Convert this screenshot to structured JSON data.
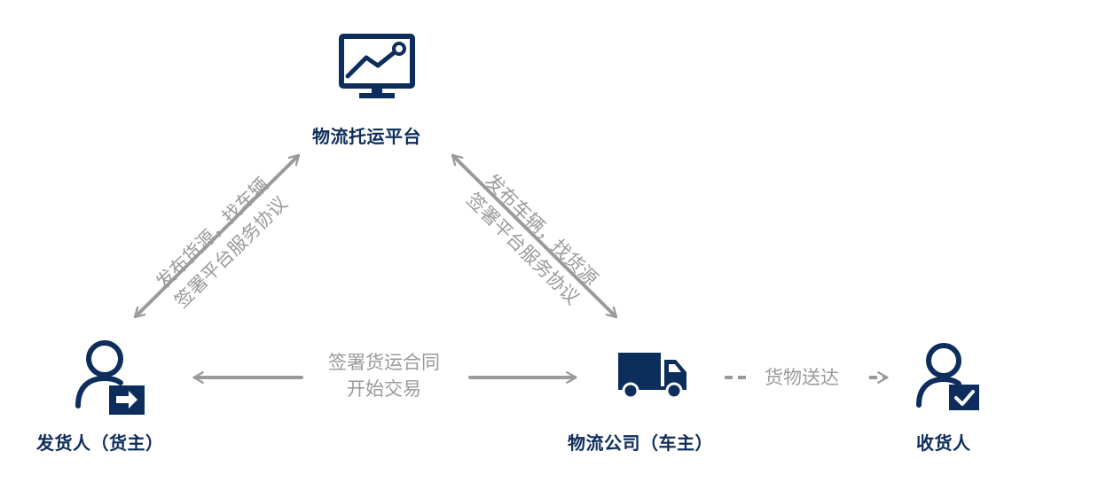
{
  "colors": {
    "navy": "#0d2d5c",
    "arrow_gray": "#9a9a9a",
    "background": "#ffffff"
  },
  "nodes": {
    "platform": {
      "label": "物流托运平台",
      "icon": "monitor-chart-icon"
    },
    "shipper": {
      "label": "发货人（货主）",
      "icon": "user-arrow-icon"
    },
    "carrier": {
      "label": "物流公司（车主）",
      "icon": "truck-icon"
    },
    "receiver": {
      "label": "收货人",
      "icon": "user-check-icon"
    }
  },
  "edges": {
    "shipper_platform": {
      "line1": "发布货源，找车辆",
      "line2": "签署平台服务协议"
    },
    "carrier_platform": {
      "line1": "发布车辆，找货源",
      "line2": "签署平台服务协议"
    },
    "shipper_carrier": {
      "line1": "签署货运合同",
      "line2": "开始交易"
    },
    "carrier_receiver": {
      "label": "货物送达"
    }
  }
}
